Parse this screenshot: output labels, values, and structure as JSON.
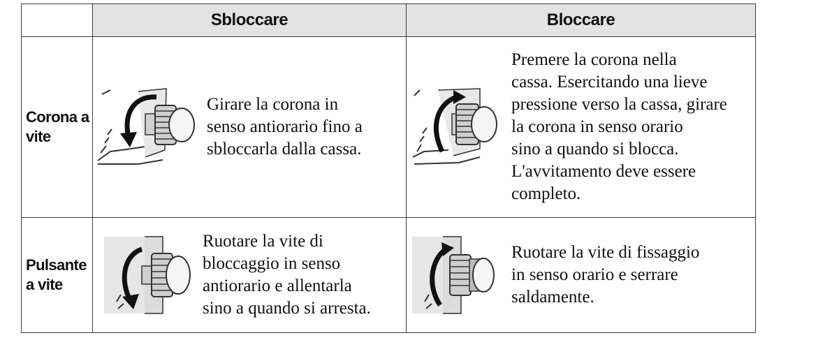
{
  "table": {
    "headers": {
      "unlock": "Sbloccare",
      "lock": "Bloccare"
    },
    "rows": [
      {
        "label": [
          "Corona a",
          "vite"
        ],
        "unlock_text": [
          "Girare la corona in",
          "senso antiorario fino a",
          "sbloccarla dalla cassa."
        ],
        "lock_text": [
          "Premere la corona nella",
          "cassa. Esercitando una lieve",
          "pressione verso la cassa, girare",
          "la corona in senso orario",
          "sino a quando si blocca.",
          "L'avvitamento deve essere",
          "completo."
        ]
      },
      {
        "label": [
          "Pulsante",
          "a vite"
        ],
        "unlock_text": [
          "Ruotare la vite di",
          "bloccaggio in senso",
          "antiorario e allentarla",
          "sino a quando si arresta."
        ],
        "lock_text": [
          "Ruotare la vite di fissaggio",
          "in senso orario e serrare",
          "saldamente."
        ]
      }
    ]
  }
}
